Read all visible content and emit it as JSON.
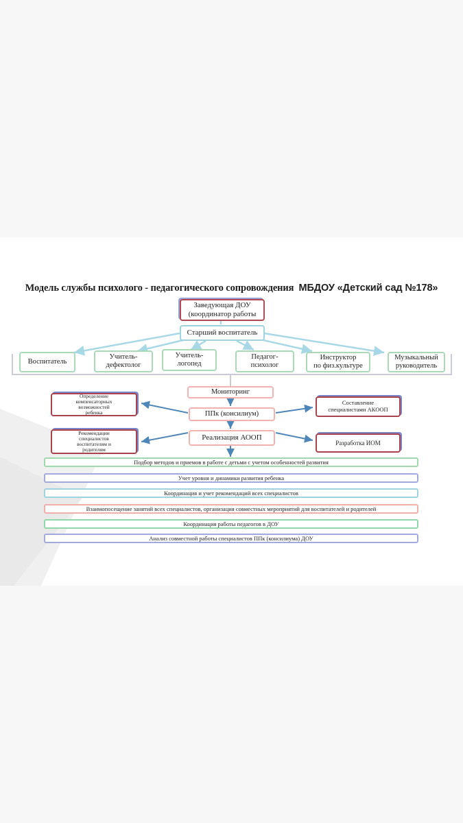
{
  "title": {
    "main": "Модель службы психолого - педагогического сопровождения",
    "org": "МБДОУ «Детский сад №178»"
  },
  "head": {
    "label": "Заведующая ДОУ\n(координатор работы"
  },
  "senior": {
    "label": "Старший воспитатель"
  },
  "specialists": [
    "Воспитатель",
    "Учитель-\nдефектолог",
    "Учитель-\nлогопед",
    "Педагог-\nпсихолог",
    "Инструктор\nпо физ.культуре",
    "Музыкальный\nруководитель"
  ],
  "process": {
    "monitoring": "Мониторинг",
    "ppk": "ППк (консилиум)",
    "aoop": "Реализация АООП"
  },
  "outcomes": {
    "compensatory": "Определение\nкомпенсаторных\nвозможностей\nребенка",
    "recommendations": "Рекомендации\nспециалистов\nвоспитателям и\nродителям",
    "akoop": "Составление\nспециалистами АКООП",
    "iom": "Разработка ИОМ"
  },
  "bars": [
    "Подбор методов и приемов в работе с детьми с учетом особенностей развития",
    "Учет уровня и динамики развития ребенка",
    "Координация и учет рекомендаций всех специалистов",
    "Взаимопосещение занятий всех специалистов, организация совместных мероприятий для воспитателей и родителей",
    "Координация работы педагогов в ДОУ",
    "Анализ совместной работы специалистов ППк (консилиума) ДОУ"
  ],
  "colors": {
    "connector": "#a8d8e6",
    "arrow": "#4f86b8",
    "red_border": "#b04a55"
  }
}
